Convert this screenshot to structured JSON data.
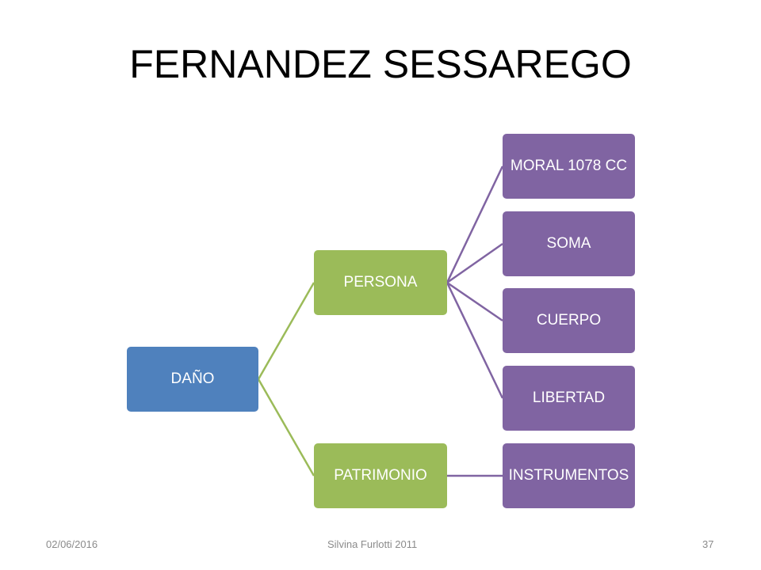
{
  "title": "FERNANDEZ SESSAREGO",
  "diagram": {
    "root": {
      "label": "DAÑO"
    },
    "level1": [
      {
        "label": "PERSONA"
      },
      {
        "label": "PATRIMONIO"
      }
    ],
    "level2": [
      {
        "label": "MORAL 1078 CC"
      },
      {
        "label": "SOMA"
      },
      {
        "label": "CUERPO"
      },
      {
        "label": "LIBERTAD"
      },
      {
        "label": "INSTRUMENTOS"
      }
    ]
  },
  "colors": {
    "root": "#4f81bd",
    "level1": "#9bbb59",
    "level2": "#8064a2"
  },
  "footer": {
    "date": "02/06/2016",
    "author": "Silvina Furlotti 2011",
    "page_number": "37"
  }
}
